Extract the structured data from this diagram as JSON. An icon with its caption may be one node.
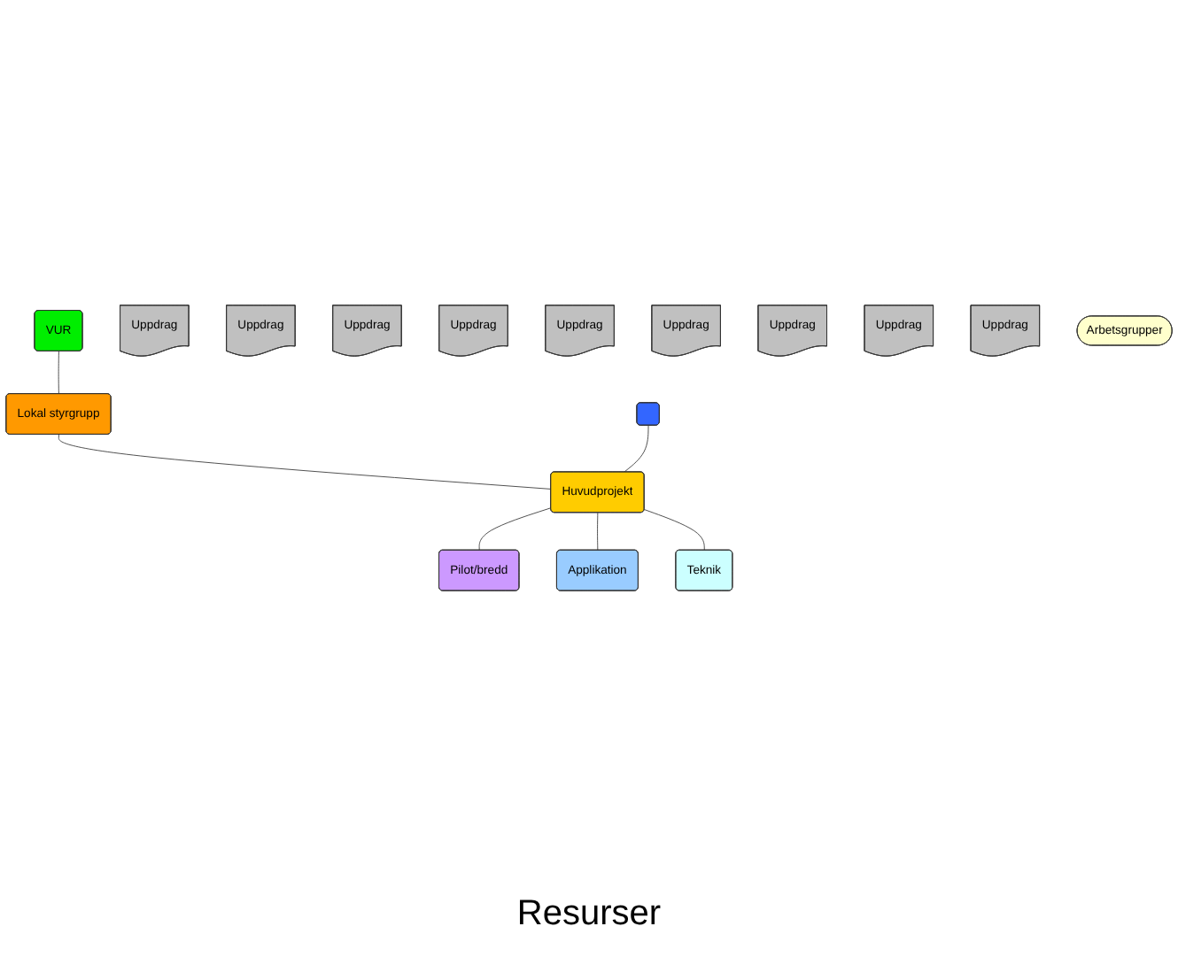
{
  "diagram": {
    "nodes": [
      {
        "text": [
          "VUR"
        ]
      },
      {
        "text": [
          "Lokal styrgrupp"
        ]
      },
      {
        "text": [],
        "shape": "box"
      },
      {
        "text": [
          "Huvudprojekt"
        ]
      },
      {
        "text": [
          "Pilot/bredd"
        ]
      },
      {
        "text": [
          "Applikation"
        ]
      },
      {
        "text": [
          "Teknik"
        ]
      },
      {
        "text": [
          "Uppdrag"
        ]
      },
      {
        "text": [
          "Uppdrag"
        ]
      },
      {
        "text": [
          "Uppdrag"
        ]
      },
      {
        "text": [
          "Uppdrag"
        ]
      },
      {
        "text": [
          "Uppdrag"
        ]
      },
      {
        "text": [
          "Uppdrag"
        ]
      },
      {
        "text": [
          "Uppdrag"
        ]
      },
      {
        "text": [
          "Uppdrag"
        ]
      },
      {
        "text": [
          "Uppdrag"
        ]
      },
      {
        "text": [
          "Arbetsgrupper"
        ]
      }
    ],
    "edges": [
      {
        "from": 0,
        "to": 1,
        "arrow": "none"
      },
      {
        "from": 1,
        "to": 3,
        "arrow": "none"
      },
      {
        "from": 2,
        "to": 3,
        "arrow": "none"
      },
      {
        "from": 3,
        "to": 4,
        "arrow": "none"
      },
      {
        "from": 3,
        "to": 5,
        "arrow": "none"
      },
      {
        "from": 3,
        "to": 6,
        "arrow": "none"
      }
    ],
    "labels": [
      "Resurser"
    ]
  }
}
